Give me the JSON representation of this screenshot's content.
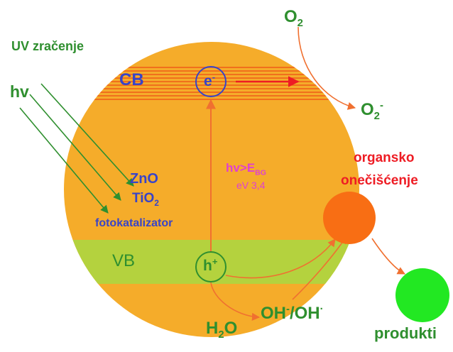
{
  "colors": {
    "sphere": "#f5ac2a",
    "band_stripe": "#ee5c18",
    "vb_band": "#b4d23e",
    "green_text": "#2f8f2f",
    "blue_text": "#3844c8",
    "magenta_text": "#e040d0",
    "red_text": "#ee1c24",
    "arrow_orange": "#f07030",
    "arrow_red": "#ee1c24",
    "pollutant": "#f86e14",
    "product": "#22e822"
  },
  "labels": {
    "uv": "UV zračenje",
    "hv": "hv",
    "cb": "CB",
    "vb": "VB",
    "electron": "e",
    "electron_charge": "-",
    "hole": "h",
    "hole_charge": "+",
    "zno": "ZnO",
    "tio2_main": "TiO",
    "tio2_sub": "2",
    "catalyst": "fotokatalizator",
    "hv_eg_main": "hv>E",
    "hv_eg_sub": "BG",
    "ev": "eV 3,4",
    "o2_main": "O",
    "o2_sub": "2",
    "o2m_main": "O",
    "o2m_sub": "2",
    "o2m_sup": "-",
    "organic_1": "organsko",
    "organic_2": "onečišćenje",
    "h2o_a": "H",
    "h2o_sub": "2",
    "h2o_b": "O",
    "oh_a": "OH",
    "oh_sup1": "-",
    "oh_b": "/OH",
    "oh_sup2": "·",
    "products": "produkti"
  },
  "icons": {
    "uv_rays": "arrow-icon",
    "excitation": "arrow-icon",
    "reaction_paths": "arrow-icon"
  }
}
